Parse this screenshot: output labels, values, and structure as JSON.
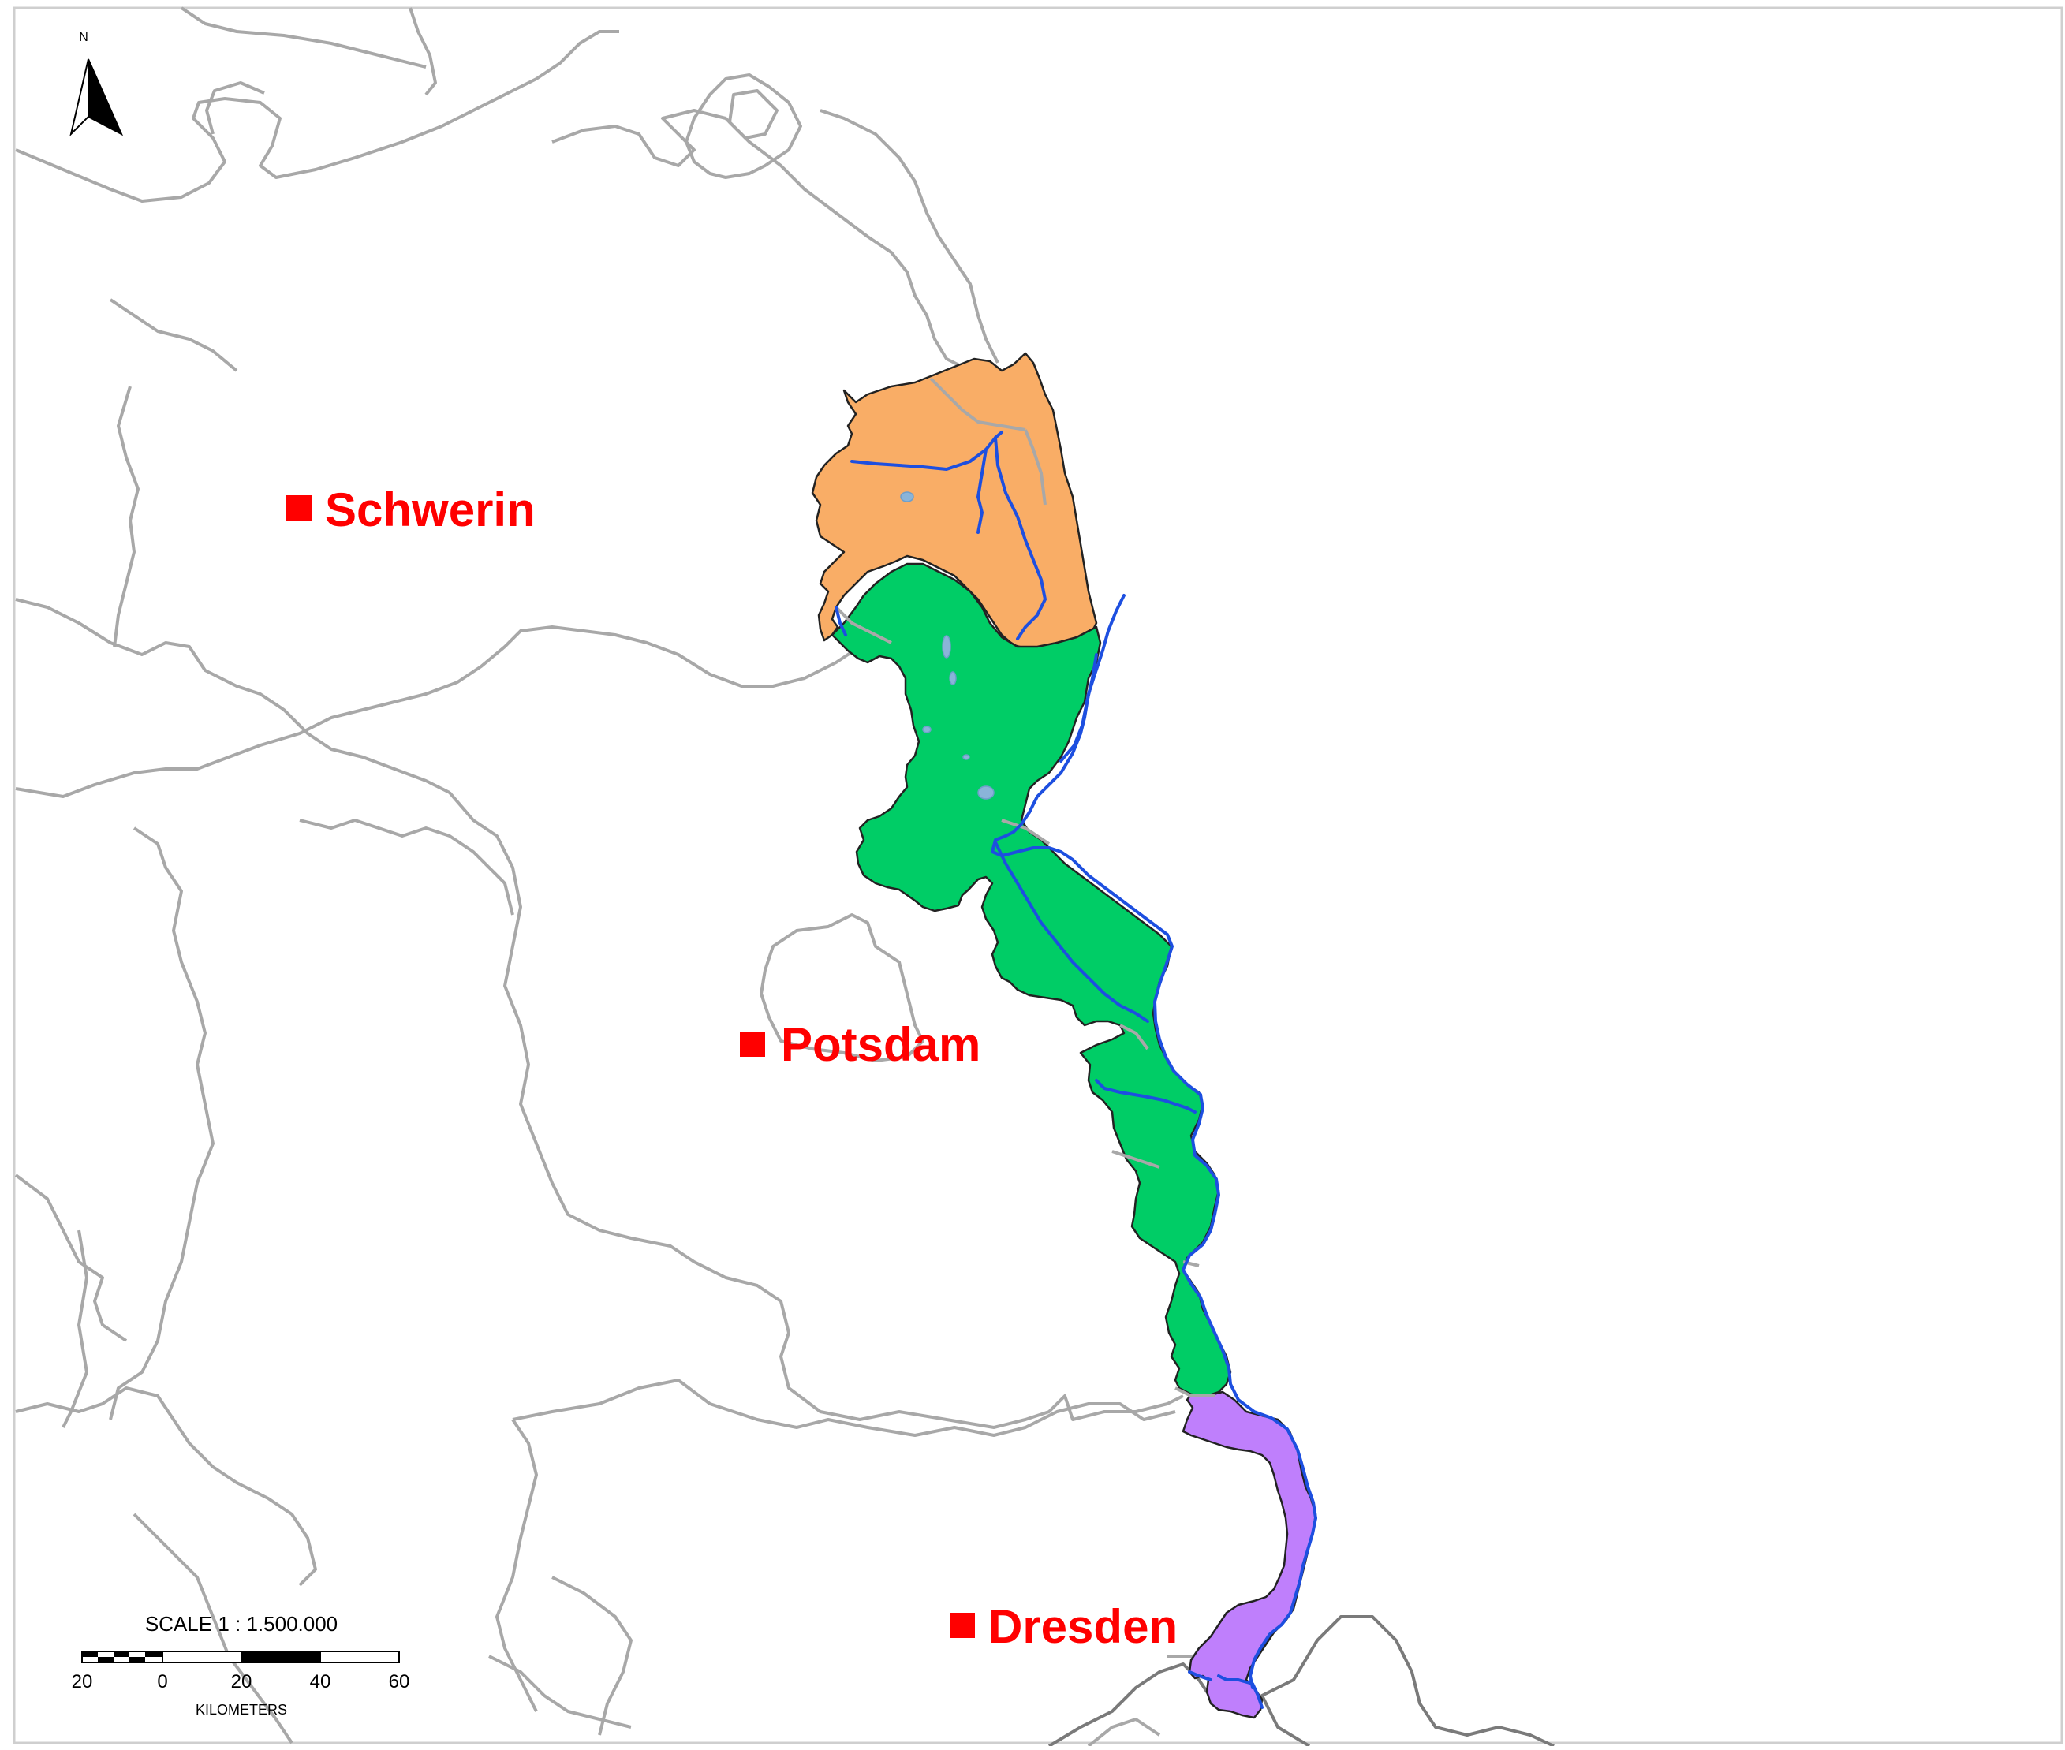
{
  "map": {
    "cities": [
      {
        "id": "schwerin",
        "name": "Schwerin"
      },
      {
        "id": "potsdam",
        "name": "Potsdam"
      },
      {
        "id": "dresden",
        "name": "Dresden"
      }
    ],
    "north_arrow": {
      "label": "N"
    },
    "scale_bar": {
      "title": "SCALE 1 : 1.500.000",
      "ticks": [
        "20",
        "0",
        "20",
        "40",
        "60"
      ],
      "unit": "KILOMETERS"
    },
    "colors": {
      "northern_region": "#f9ad66",
      "middle_region": "#00cd66",
      "southern_region": "#bf7ffc",
      "city_marker": "#ff0000",
      "city_label": "#ff0000",
      "river": "#1d4fe0",
      "lake": "#8ab4d8",
      "border": "#a8a8a8"
    }
  }
}
